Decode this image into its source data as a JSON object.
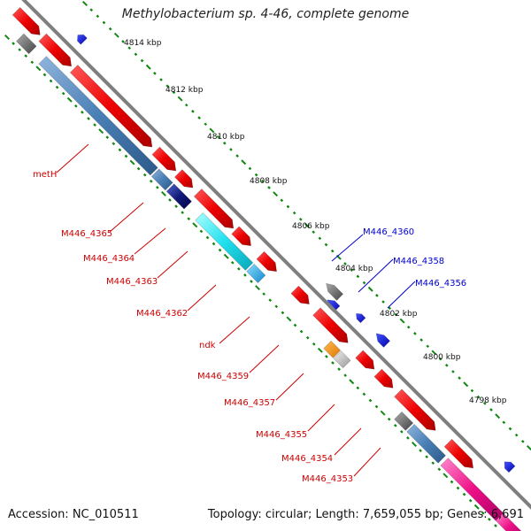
{
  "title": "Methylobacterium sp. 4-46, complete genome",
  "accession": "Accession: NC_010511",
  "summary": "Topology: circular; Length: 7,659,055 bp; Genes: 6,691",
  "colors": {
    "backbone": "#808080",
    "tick": "#118811",
    "label_red": "#cc0000",
    "label_blue": "#0000cc"
  },
  "kbp_ticks": [
    "4814 kbp",
    "4812 kbp",
    "4810 kbp",
    "4808 kbp",
    "4806 kbp",
    "4804 kbp",
    "4802 kbp",
    "4800 kbp",
    "4798 kbp"
  ],
  "gene_labels_red": [
    "metH",
    "M446_4365",
    "M446_4364",
    "M446_4363",
    "M446_4362",
    "ndk",
    "M446_4359",
    "M446_4357",
    "M446_4355",
    "M446_4354",
    "M446_4353"
  ],
  "gene_labels_blue": [
    "M446_4360",
    "M446_4358",
    "M446_4356"
  ],
  "feature_types": [
    "gene",
    "CDS",
    "tRNA",
    "misc_feature"
  ]
}
